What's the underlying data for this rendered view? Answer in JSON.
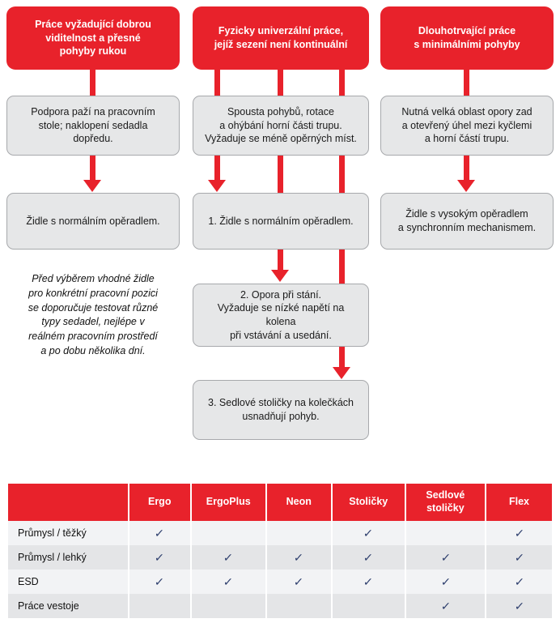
{
  "flowchart": {
    "columns": [
      {
        "id": "col-precision-work",
        "header": "Práce vyžadující dobrou\nviditelnost a přesné\npohyby rukou",
        "header_lines": [
          "Práce vyžadující dobrou",
          "viditelnost a přesné",
          "pohyby rukou"
        ],
        "requirement": "Podpora paží na pracovním\nstole; naklopení sedadla\ndopředu.",
        "requirement_lines": [
          "Podpora paží na pracovním",
          "stole; naklopení sedadla",
          "dopředu."
        ],
        "solutions": [
          {
            "text": "Židle s normálním opěradlem."
          }
        ],
        "note_lines": [
          "Před výběrem vhodné židle",
          "pro konkrétní pracovní pozici",
          "se doporučuje testovat různé",
          "typy sedadel, nejlépe v",
          "reálném pracovním prostředí",
          "a po dobu několika dní."
        ]
      },
      {
        "id": "col-universal-work",
        "header": "Fyzicky univerzální práce,\njejíž sezení není kontinuální",
        "header_lines": [
          "Fyzicky univerzální práce,",
          "jejíž sezení není kontinuální"
        ],
        "requirement": "Spousta pohybů, rotace\na ohýbání horní části trupu.\nVyžaduje se méně opěrných míst.",
        "requirement_lines": [
          "Spousta pohybů, rotace",
          "a ohýbání horní části trupu.",
          "Vyžaduje se méně opěrných míst."
        ],
        "solutions": [
          {
            "text": "1. Židle s normálním opěradlem."
          },
          {
            "text": "2. Opora při stání.\nVyžaduje se nízké napětí na kolena\npři vstávání a usedání.",
            "lines": [
              "2. Opora při stání.",
              "Vyžaduje se nízké napětí na kolena",
              "při vstávání a usedání."
            ]
          },
          {
            "text": "3. Sedlové stoličky na kolečkách\nusnadňují pohyb.",
            "lines": [
              "3. Sedlové stoličky na kolečkách",
              "usnadňují pohyb."
            ]
          }
        ]
      },
      {
        "id": "col-long-term-work",
        "header": "Dlouhotrvající práce\ns minimálními pohyby",
        "header_lines": [
          "Dlouhotrvající práce",
          "s minimálními pohyby"
        ],
        "requirement": "Nutná velká oblast opory zad\na otevřený úhel mezi kyčlemi\na horní částí trupu.",
        "requirement_lines": [
          "Nutná velká oblast opory zad",
          "a otevřený úhel mezi kyčlemi",
          "a horní částí trupu."
        ],
        "solutions": [
          {
            "text": "Židle s vysokým opěradlem\na synchronním mechanismem.",
            "lines": [
              "Židle s vysokým opěradlem",
              "a synchronním mechanismem."
            ]
          }
        ]
      }
    ]
  },
  "table": {
    "corner_label": "",
    "columns": [
      "Ergo",
      "ErgoPlus",
      "Neon",
      "Stoličky",
      "Sedlové stoličky",
      "Flex"
    ],
    "columns_wrapped": [
      "Ergo",
      "ErgoPlus",
      "Neon",
      "Stoličky",
      "Sedlové\nstoličky",
      "Flex"
    ],
    "check_symbol": "✓",
    "rows": [
      {
        "label": "Průmysl / těžký",
        "checks": [
          true,
          false,
          false,
          true,
          false,
          true
        ]
      },
      {
        "label": "Průmysl / lehký",
        "checks": [
          true,
          true,
          true,
          true,
          true,
          true
        ]
      },
      {
        "label": "ESD",
        "checks": [
          true,
          true,
          true,
          true,
          true,
          true
        ]
      },
      {
        "label": "Práce vestoje",
        "checks": [
          false,
          false,
          false,
          false,
          true,
          true
        ]
      }
    ]
  },
  "colors": {
    "brand_red": "#E8222B",
    "box_grey": "#E6E7E8",
    "box_border": "#A7A9AC",
    "row_odd": "#F2F3F5",
    "row_even": "#E4E5E7",
    "check": "#2b3c6b"
  }
}
